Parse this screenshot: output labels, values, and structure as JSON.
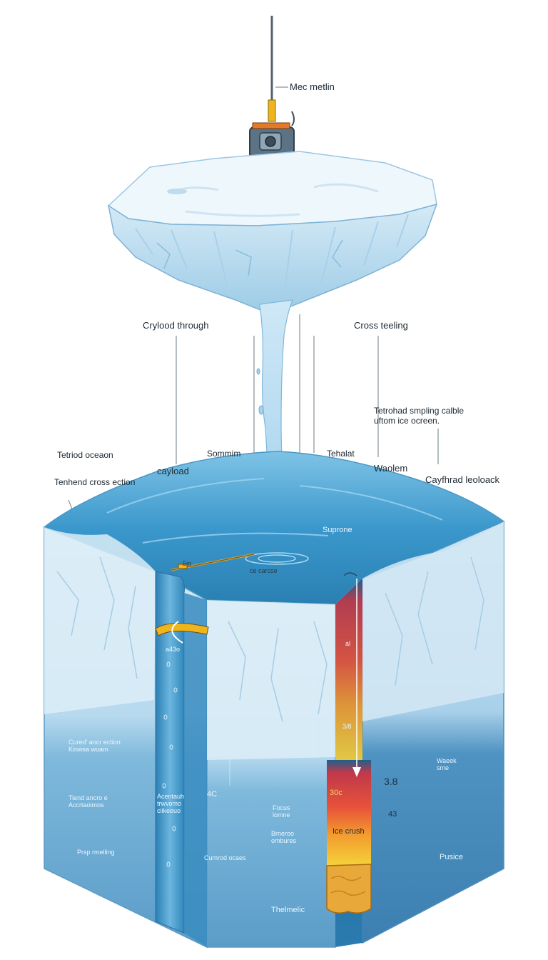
{
  "labels": {
    "probe": "Mec metlin",
    "cryload_through": "Crylood through",
    "cross_teeling": "Cross teeling",
    "sampling_cable": "Tetrohad smpling calble\nuftom ice ocreen.",
    "tetriod_ocean": "Tetriod oceaon",
    "tenhend_cross": "Tenhend cross ection",
    "cayload": "cayload",
    "sommim": "Sommim",
    "tehalat": "Tehalat",
    "waolem": "Waolem",
    "cayfhrad": "Cayfhrad leoloack",
    "suprone": "Suprone",
    "ce_carcse": "ce carcse",
    "tube_small": "5m",
    "a4s": "a43o",
    "al": "al",
    "three_b": "3.8",
    "three_b_upper": "3/8",
    "thirty_c": "30c",
    "ice_crush": "Ice crush",
    "forty_three": "43",
    "forty_c": "4C",
    "cured_annotation": "Cured' ancr ection\nKinwsa wuam",
    "tiend_annotation": "Tiend ancro e\nAccrtaoimos",
    "tube_annotation": "Acentauh\ntrwvomo\nciikeeuo",
    "focus_annotation": "Focus\nlomne",
    "brneroo_annotation": "Brneroo\nombures",
    "cumrod_annotation": "Cumrod ocaes",
    "prsp_annotation": "Prsp rmelling",
    "waeek_annotation": "Waeek\nsme",
    "pusice": "Pusice",
    "thelmelic": "Thelmelic"
  },
  "colors": {
    "ice_light": "#e9f4fb",
    "ice_mid": "#bcdcf0",
    "ice_dark": "#8fc0dd",
    "water_surface": "#2f8fc4",
    "water_deep": "#1f6f9e",
    "column_blue": "#4c9fd0",
    "heat_red": "#d9433b",
    "heat_orange": "#f29a2e",
    "heat_yellow": "#f5cf3a",
    "sediment": "#e9a83a",
    "probe_body": "#5b7385",
    "probe_accent": "#f0a81c"
  }
}
